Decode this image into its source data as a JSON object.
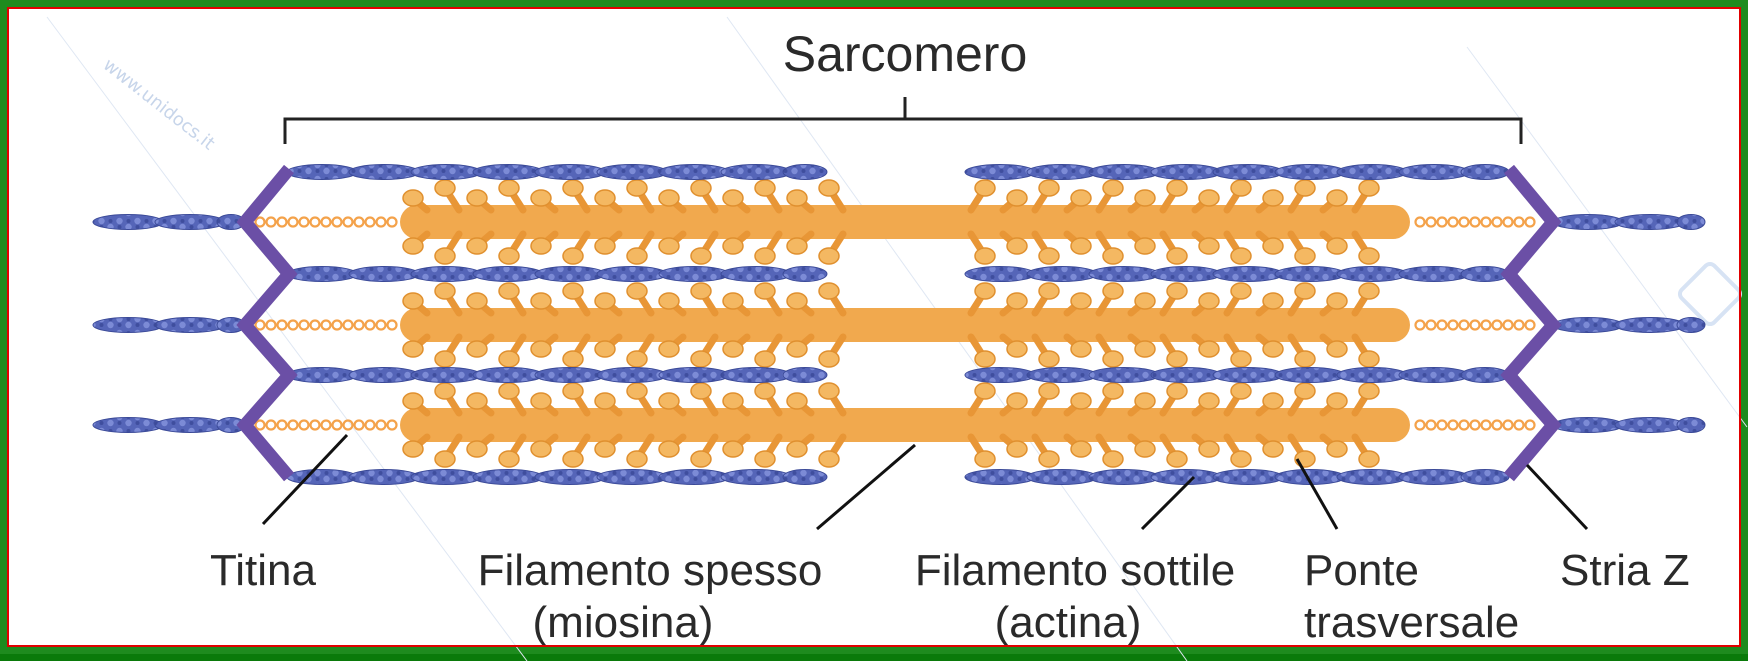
{
  "title": "Sarcomero",
  "labels": {
    "titina": "Titina",
    "thick_line1": "Filamento spesso",
    "thick_line2": "(miosina)",
    "thin_line1": "Filamento sottile",
    "thin_line2": "(actina)",
    "bridge_line1": "Ponte",
    "bridge_line2": "trasversale",
    "zline": "Stria Z"
  },
  "watermark": "www.unidocs.it",
  "colors": {
    "actin": "#5565b8",
    "myosin": "#f1a94e",
    "zline": "#6b4fa6",
    "titin": "#f4a24a",
    "frame": "#1e8b1e"
  }
}
